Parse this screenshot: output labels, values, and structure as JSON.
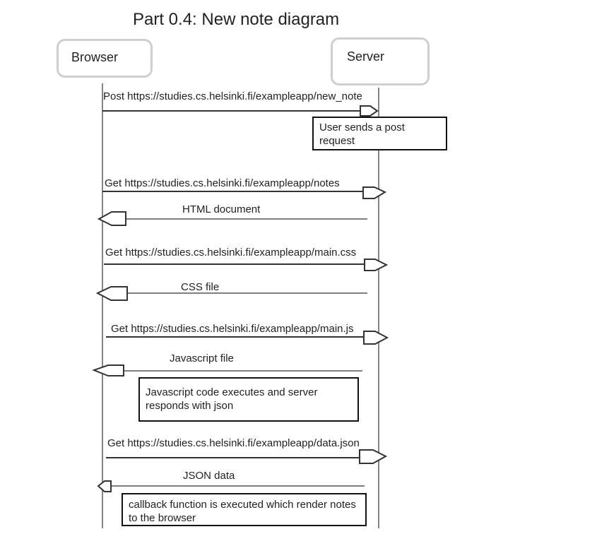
{
  "diagram": {
    "title": "Part 0.4: New note diagram",
    "actors": {
      "browser": "Browser",
      "server": "Server"
    },
    "messages": [
      "Post https://studies.cs.helsinki.fi/exampleapp/new_note",
      "Get https://studies.cs.helsinki.fi/exampleapp/notes",
      "HTML document",
      "Get https://studies.cs.helsinki.fi/exampleapp/main.css",
      "CSS file",
      "Get https://studies.cs.helsinki.fi/exampleapp/main.js",
      "Javascript file",
      "Get https://studies.cs.helsinki.fi/exampleapp/data.json",
      "JSON data"
    ],
    "notes": [
      "User sends a post request",
      "Javascript code executes and server responds with json",
      "callback function is executed which render notes to the browser"
    ]
  }
}
